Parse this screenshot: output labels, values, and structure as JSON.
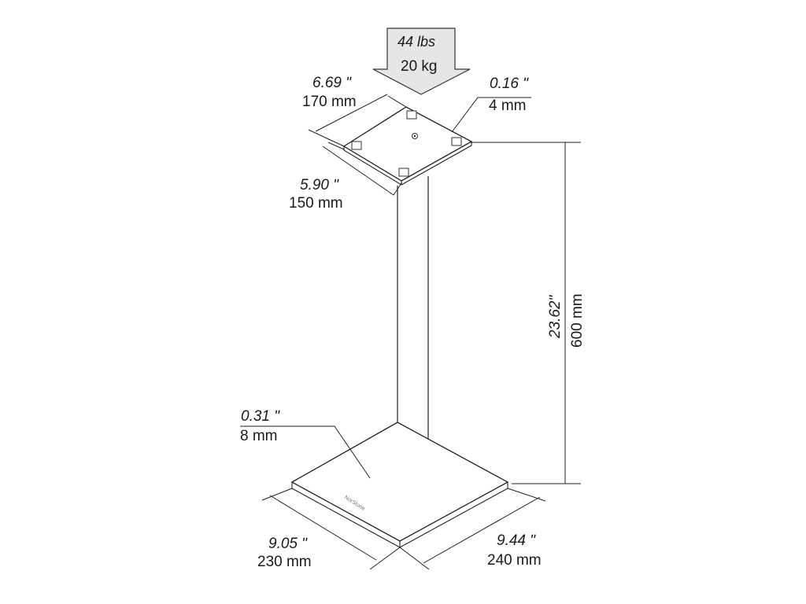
{
  "load": {
    "lbs": "44 lbs",
    "kg": "20 kg"
  },
  "top_plate": {
    "width_in": "6.69 ʺ",
    "width_mm": "170 mm",
    "depth_in": "5.90 ʺ",
    "depth_mm": "150 mm",
    "thickness_in": "0.16 ʺ",
    "thickness_mm": "4 mm"
  },
  "height": {
    "in": "23.62ʺ",
    "mm": "600 mm"
  },
  "base_plate": {
    "thickness_in": "0.31 ʺ",
    "thickness_mm": "8 mm",
    "width_in": "9.05 ʺ",
    "width_mm": "230 mm",
    "depth_in": "9.44 ʺ",
    "depth_mm": "240 mm"
  },
  "brand": "NorStone",
  "colors": {
    "line": "#1a1a1a",
    "arrow_fill": "#e6e6e6",
    "plate_fill": "#ffffff"
  }
}
